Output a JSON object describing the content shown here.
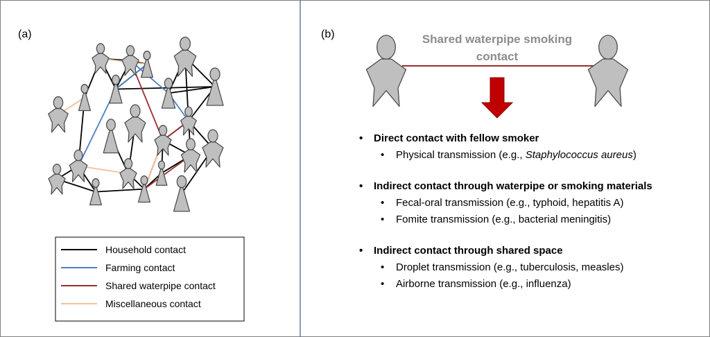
{
  "panel_a": {
    "label": "(a)",
    "legend": [
      {
        "label": "Household contact",
        "color": "#000000"
      },
      {
        "label": "Farming contact",
        "color": "#4a7fc1"
      },
      {
        "label": "Shared waterpipe contact",
        "color": "#9b2d2d"
      },
      {
        "label": "Miscellaneous contact",
        "color": "#f5c29a"
      }
    ]
  },
  "panel_b": {
    "label": "(b)",
    "contact_label_line1": "Shared waterpipe smoking",
    "contact_label_line2": "contact",
    "bullet_char": "•",
    "groups": [
      {
        "heading": "Direct contact with fellow smoker",
        "items": [
          {
            "text": "Physical transmission (e.g., ",
            "italic": "Staphylococcus aureus",
            "suffix": ")"
          }
        ]
      },
      {
        "heading": "Indirect contact through waterpipe or smoking materials",
        "items": [
          {
            "text": "Fecal-oral transmission (e.g., typhoid, hepatitis A)"
          },
          {
            "text": "Fomite transmission (e.g., bacterial meningitis)"
          }
        ]
      },
      {
        "heading": "Indirect contact through shared space",
        "items": [
          {
            "text": "Droplet transmission (e.g., tuberculosis, measles)"
          },
          {
            "text": "Airborne transmission (e.g., influenza)"
          }
        ]
      }
    ]
  },
  "colors": {
    "person_fill": "#bfbfbf",
    "person_stroke": "#4d4d4d",
    "arrow": "#c00000",
    "divider": "#5b7ba6"
  }
}
